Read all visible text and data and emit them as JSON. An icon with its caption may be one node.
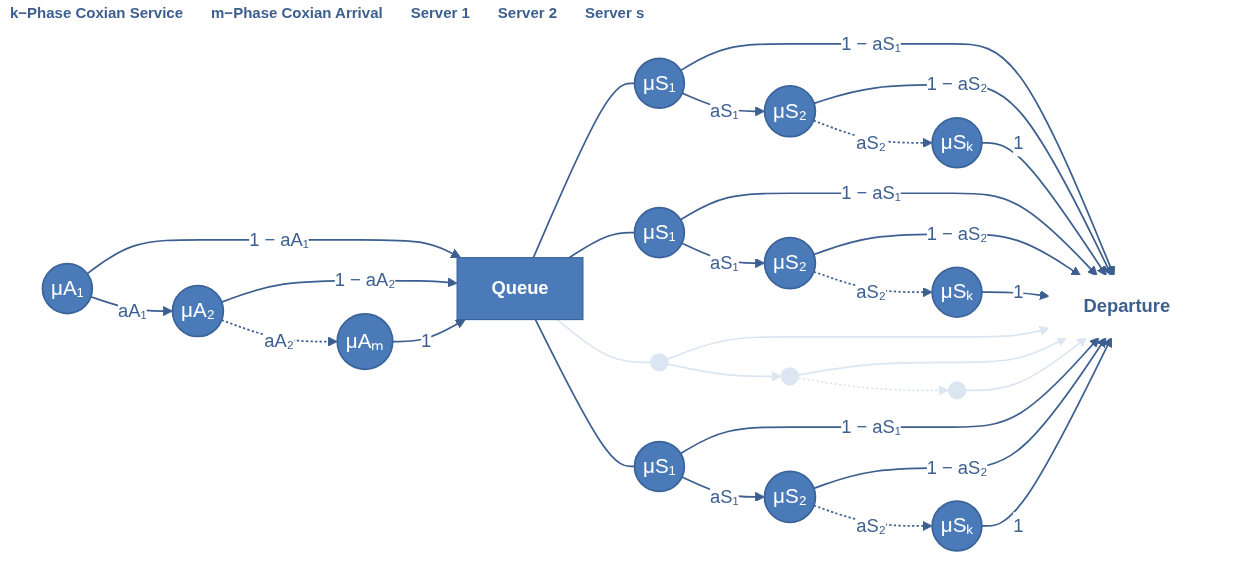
{
  "diagram": {
    "nodes": [
      {
        "text": [
          "μA₁"
        ]
      },
      {
        "text": [
          "μA₂"
        ]
      },
      {
        "text": [
          "μAₘ"
        ]
      },
      {
        "text": [
          "Queue"
        ]
      },
      {
        "text": [
          "μS₁"
        ]
      },
      {
        "text": [
          "μS₂"
        ]
      },
      {
        "text": [
          "μSₖ"
        ]
      },
      {
        "text": [
          "μS₁"
        ]
      },
      {
        "text": [
          "μS₂"
        ]
      },
      {
        "text": [
          "μSₖ"
        ]
      },
      {
        "text": [],
        "shape": "circle"
      },
      {
        "text": [],
        "shape": "circle"
      },
      {
        "text": [],
        "shape": "circle"
      },
      {
        "text": [
          "μS₁"
        ]
      },
      {
        "text": [
          "μS₂"
        ]
      },
      {
        "text": [
          "μSₖ"
        ]
      },
      {
        "text": [
          "Departure"
        ]
      }
    ],
    "edges": [
      {
        "from": 0,
        "to": 1,
        "arrow": "to",
        "label": "aA₁"
      },
      {
        "from": 1,
        "to": 2,
        "arrow": "to",
        "label": "aA₂",
        "style": "dashed"
      },
      {
        "from": 0,
        "to": 3,
        "arrow": "to",
        "label": "1 − aA₁"
      },
      {
        "from": 1,
        "to": 3,
        "arrow": "to",
        "label": "1 − aA₂"
      },
      {
        "from": 2,
        "to": 3,
        "arrow": "to",
        "label": "1"
      },
      {
        "from": 3,
        "to": 4,
        "arrow": "none"
      },
      {
        "from": 4,
        "to": 5,
        "arrow": "to",
        "label": "aS₁"
      },
      {
        "from": 5,
        "to": 6,
        "arrow": "to",
        "label": "aS₂",
        "style": "dashed"
      },
      {
        "from": 4,
        "to": 16,
        "arrow": "to",
        "label": "1 − aS₁"
      },
      {
        "from": 5,
        "to": 16,
        "arrow": "to",
        "label": "1 − aS₂"
      },
      {
        "from": 6,
        "to": 16,
        "arrow": "to",
        "label": "1"
      },
      {
        "from": 3,
        "to": 7,
        "arrow": "none"
      },
      {
        "from": 7,
        "to": 8,
        "arrow": "to",
        "label": "aS₁"
      },
      {
        "from": 8,
        "to": 9,
        "arrow": "to",
        "label": "aS₂",
        "style": "dashed"
      },
      {
        "from": 7,
        "to": 16,
        "arrow": "to",
        "label": "1 − aS₁"
      },
      {
        "from": 8,
        "to": 16,
        "arrow": "to",
        "label": "1 − aS₂"
      },
      {
        "from": 9,
        "to": 16,
        "arrow": "to",
        "label": "1"
      },
      {
        "from": 3,
        "to": 10,
        "arrow": "none",
        "color": "#dce6f2"
      },
      {
        "from": 10,
        "to": 11,
        "arrow": "to",
        "color": "#dce6f2"
      },
      {
        "from": 11,
        "to": 12,
        "arrow": "to",
        "style": "dashed",
        "color": "#dce6f2"
      },
      {
        "from": 10,
        "to": 16,
        "arrow": "to",
        "color": "#dce6f2"
      },
      {
        "from": 11,
        "to": 16,
        "arrow": "to",
        "color": "#dce6f2"
      },
      {
        "from": 12,
        "to": 16,
        "arrow": "to",
        "color": "#dce6f2"
      },
      {
        "from": 3,
        "to": 13,
        "arrow": "none"
      },
      {
        "from": 13,
        "to": 14,
        "arrow": "to",
        "label": "aS₁"
      },
      {
        "from": 14,
        "to": 15,
        "arrow": "to",
        "label": "aS₂",
        "style": "dashed"
      },
      {
        "from": 13,
        "to": 16,
        "arrow": "to",
        "label": "1 − aS₁"
      },
      {
        "from": 14,
        "to": 16,
        "arrow": "to",
        "label": "1 − aS₂"
      },
      {
        "from": 15,
        "to": 16,
        "arrow": "to",
        "label": "1"
      }
    ],
    "labels": [
      "k−Phase Coxian Service",
      "m−Phase Coxian Arrival",
      "Server 1",
      "Server 2",
      "Server s"
    ]
  }
}
